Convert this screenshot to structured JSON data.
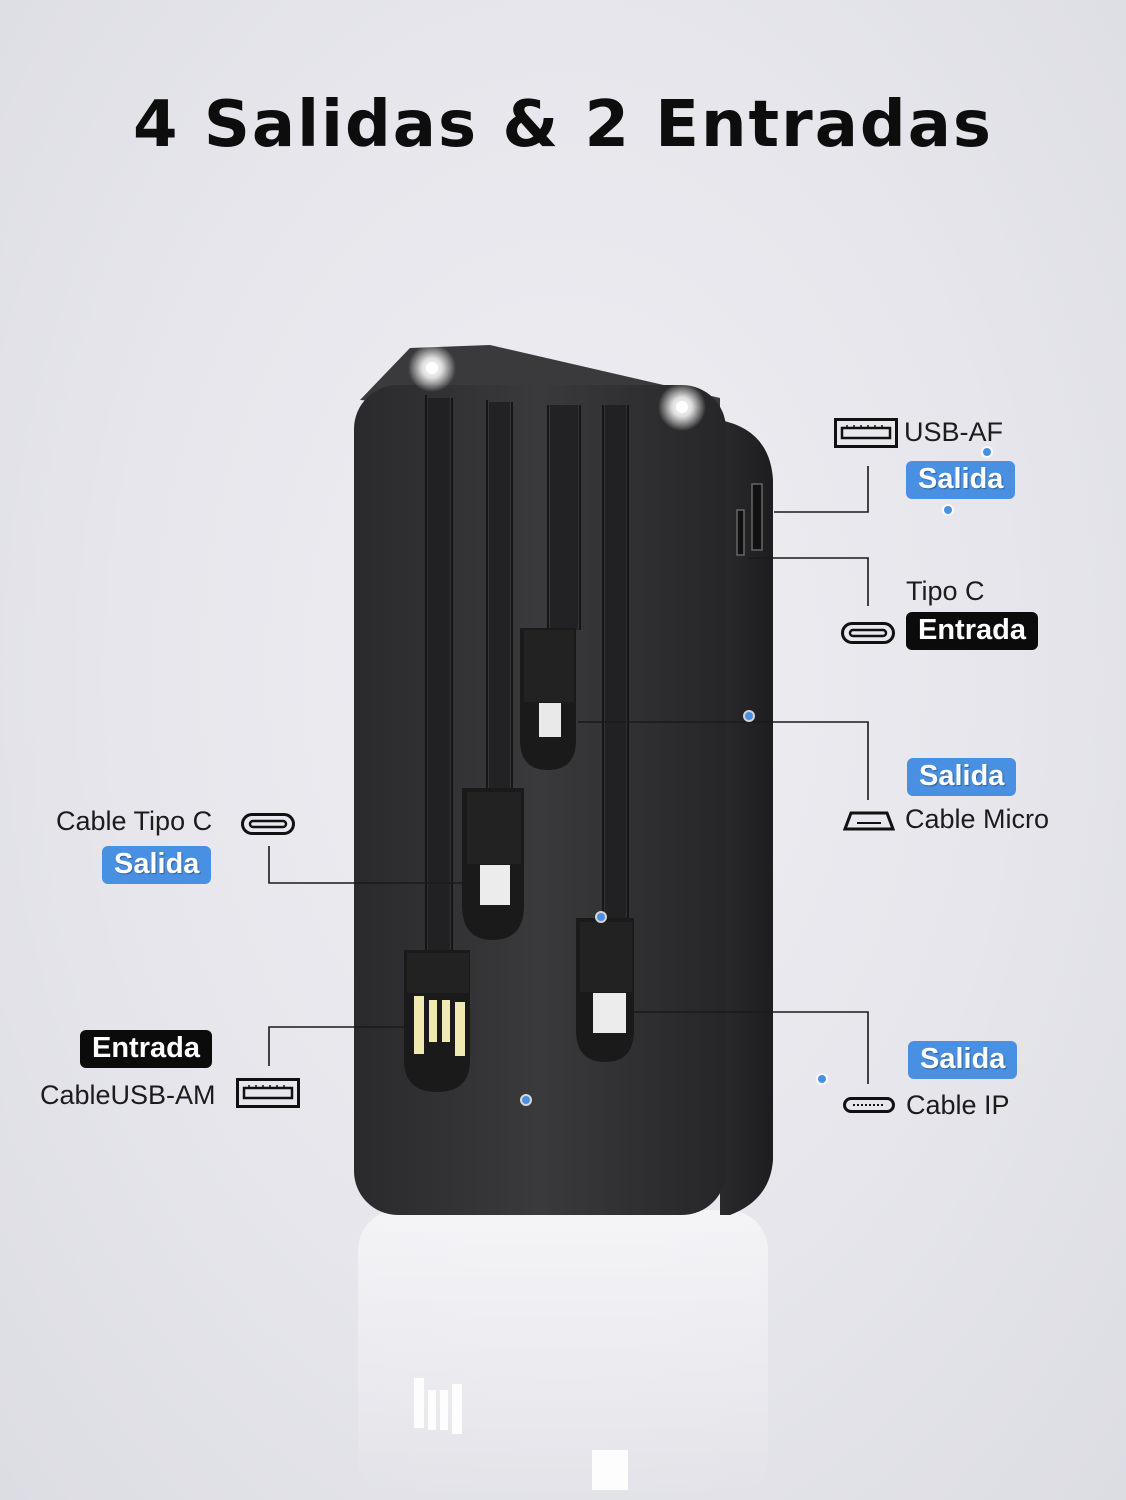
{
  "title": "4 Salidas & 2 Entradas",
  "colors": {
    "salida_badge": "#4a90e2",
    "entrada_badge": "#0b0b0b",
    "device_body": "#2e2e30"
  },
  "callouts": {
    "usb_af": {
      "port_label": "USB-AF",
      "badge": "Salida",
      "type": "output",
      "icon": "usb-a-port-icon"
    },
    "tipo_c": {
      "port_label": "Tipo C",
      "badge": "Entrada",
      "type": "input",
      "icon": "usb-c-port-icon"
    },
    "cable_micro": {
      "badge": "Salida",
      "port_label": "Cable Micro",
      "type": "output",
      "icon": "micro-usb-icon"
    },
    "cable_ip": {
      "badge": "Salida",
      "port_label": "Cable IP",
      "type": "output",
      "icon": "lightning-connector-icon"
    },
    "cable_tipo_c": {
      "port_label": "Cable Tipo C",
      "badge": "Salida",
      "type": "output",
      "icon": "usb-c-port-icon"
    },
    "cable_usb_am": {
      "badge": "Entrada",
      "port_label": "CableUSB-AM",
      "type": "input",
      "icon": "usb-a-port-icon"
    }
  }
}
